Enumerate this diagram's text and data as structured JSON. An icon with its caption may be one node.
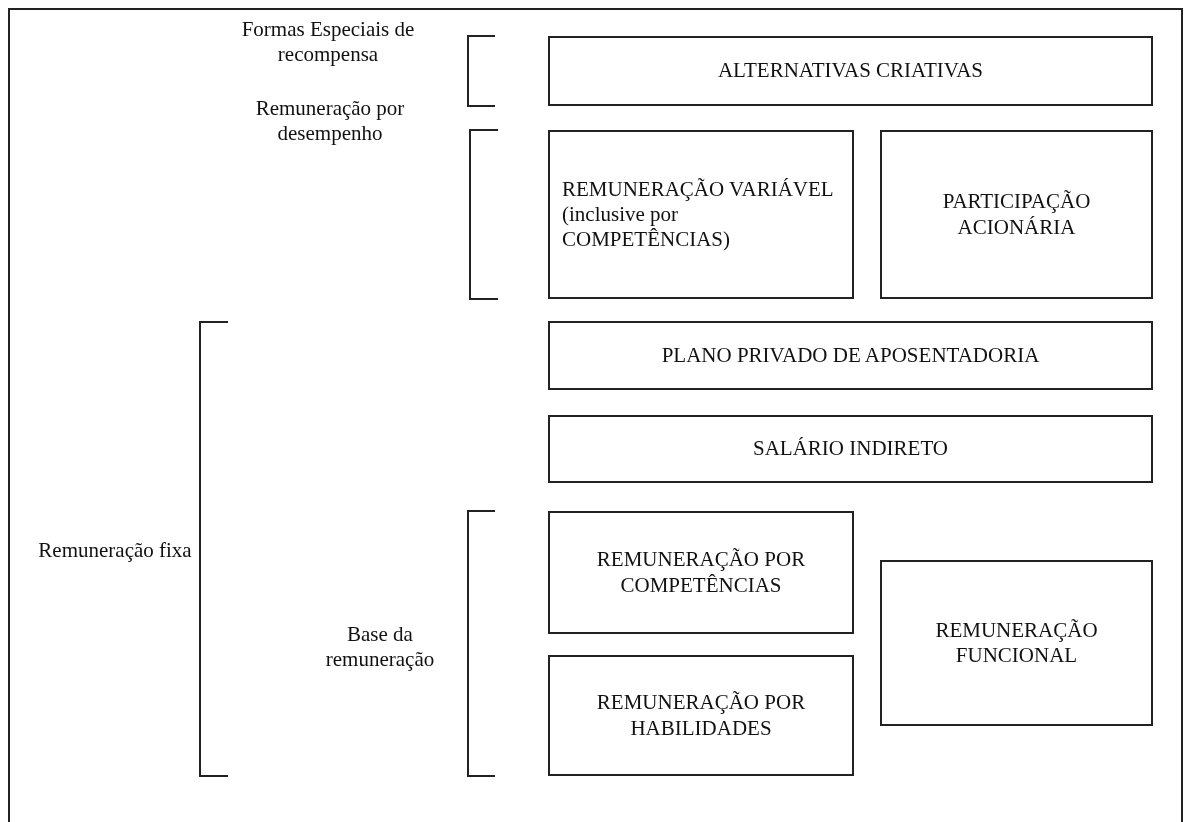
{
  "diagram": {
    "nodes": [
      {
        "text": [
          "ALTERNATIVAS CRIATIVAS"
        ]
      },
      {
        "text": [
          "REMUNERAÇÃO VARIÁVEL (inclusive por COMPETÊNCIAS)"
        ]
      },
      {
        "text": [
          "PARTICIPAÇÃO ACIONÁRIA"
        ]
      },
      {
        "text": [
          "PLANO PRIVADO DE APOSENTADORIA"
        ]
      },
      {
        "text": [
          "SALÁRIO INDIRETO"
        ]
      },
      {
        "text": [
          "REMUNERAÇÃO POR COMPETÊNCIAS"
        ]
      },
      {
        "text": [
          "REMUNERAÇÃO POR HABILIDADES"
        ]
      },
      {
        "text": [
          "REMUNERAÇÃO FUNCIONAL"
        ]
      }
    ],
    "labels": [
      "Formas Especiais de recompensa",
      "Remuneração por desempenho",
      "Remuneração fixa",
      "Base da remuneração"
    ]
  }
}
